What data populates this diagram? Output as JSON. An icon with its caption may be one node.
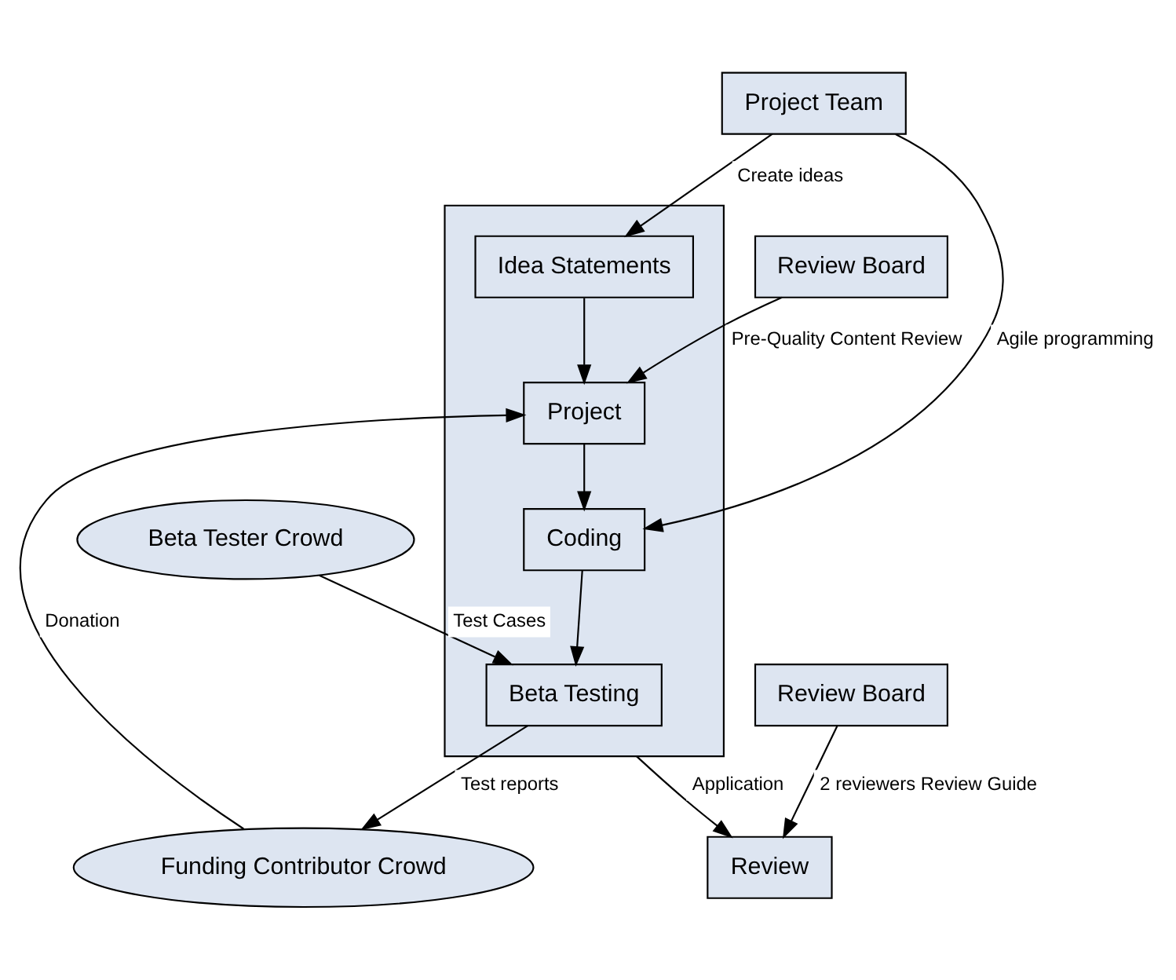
{
  "diagram": {
    "nodes": [
      {
        "text": [],
        "shape": "box"
      },
      {
        "text": [
          "Idea Statements"
        ],
        "in": 0
      },
      {
        "text": [
          "Project"
        ],
        "in": 0
      },
      {
        "text": [
          "Coding"
        ],
        "in": 0
      },
      {
        "text": [
          "Beta Testing"
        ],
        "in": 0
      },
      {
        "text": [
          "Project Team"
        ]
      },
      {
        "text": [
          "Review Board"
        ]
      },
      {
        "text": [
          "Funding Contributor Crowd"
        ]
      },
      {
        "text": [
          "Beta Tester Crowd"
        ]
      },
      {
        "text": [
          "Review Board"
        ]
      },
      {
        "text": [
          "Review"
        ]
      }
    ],
    "edges": [
      {
        "from": 5,
        "to": 1,
        "arrow": "to",
        "label": "Create ideas"
      },
      {
        "from": 5,
        "to": 3,
        "arrow": "to",
        "label": "Agile programming"
      },
      {
        "from": 6,
        "to": 2,
        "arrow": "to",
        "label": "Pre-Quality Content Review"
      },
      {
        "from": 7,
        "to": 2,
        "arrow": "to",
        "label": "Donation"
      },
      {
        "from": 1,
        "to": 2,
        "arrow": "to"
      },
      {
        "from": 2,
        "to": 3,
        "arrow": "to"
      },
      {
        "from": 3,
        "to": 4,
        "arrow": "to"
      },
      {
        "from": 8,
        "to": 4,
        "arrow": "to",
        "label": "Test Cases"
      },
      {
        "from": 4,
        "to": 7,
        "arrow": "to",
        "label": "Test reports"
      },
      {
        "from": 0,
        "to": 10,
        "arrow": "to",
        "label": "Application"
      },
      {
        "from": 9,
        "to": 10,
        "arrow": "to",
        "label": "2 reviewers Review Guide"
      }
    ]
  }
}
